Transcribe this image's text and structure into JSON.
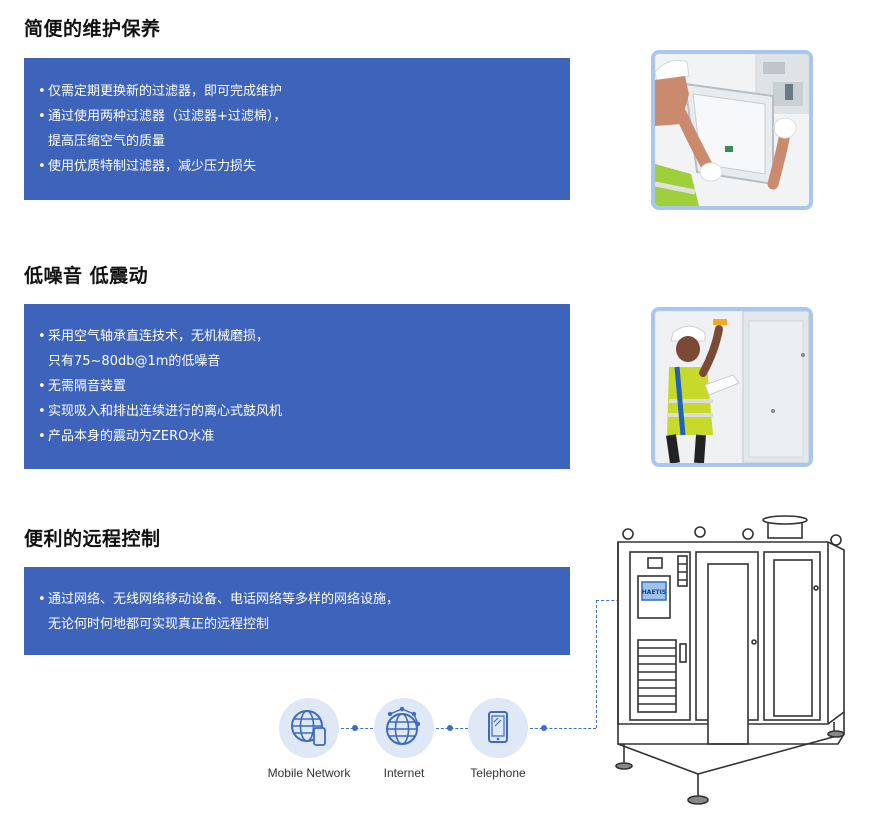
{
  "sections": [
    {
      "title": "简便的维护保养",
      "items": [
        "仅需定期更换新的过滤器，即可完成维护",
        "通过使用两种过滤器（过滤器+过滤棉），",
        "提高压缩空气的质量",
        "使用优质特制过滤器，减少压力损失"
      ]
    },
    {
      "title": "低噪音 低震动",
      "items": [
        "采用空气轴承直连技术，无机械磨损，",
        "只有75~80db@1m的低噪音",
        "无需隔音装置",
        "实现吸入和排出连续进行的离心式鼓风机",
        "产品本身的震动为ZERO水准"
      ]
    },
    {
      "title": "便利的远程控制",
      "items": [
        "通过网络、无线网络移动设备、电话网络等多样的网络设施，",
        "无论何时何地都可实现真正的远程控制"
      ]
    }
  ],
  "bullet": "•",
  "network": {
    "nodes": [
      {
        "label": "Mobile Network",
        "icon": "globe-phone-icon"
      },
      {
        "label": "Internet",
        "icon": "globe-network-icon"
      },
      {
        "label": "Telephone",
        "icon": "smartphone-icon"
      }
    ]
  },
  "machine": {
    "panel_label": "HAETIS"
  },
  "colors": {
    "box_blue": "#3e63bb",
    "frame_border": "#a9c6ee",
    "circle_bg": "#dfe8f6",
    "connector": "#3b6fc8"
  }
}
